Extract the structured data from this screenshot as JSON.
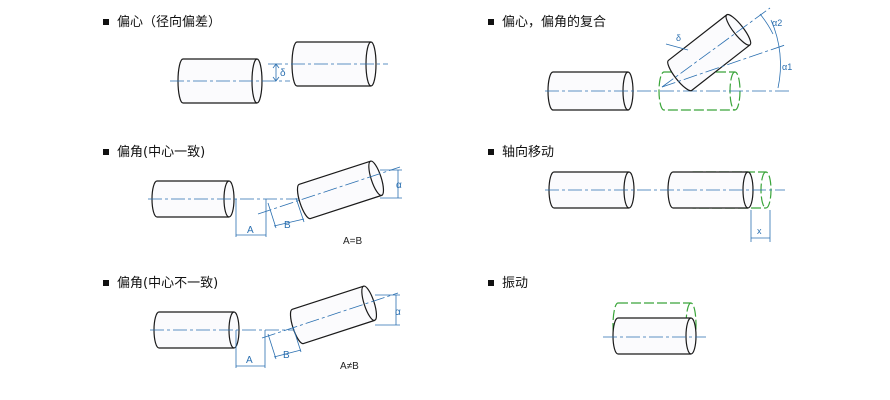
{
  "panels": [
    {
      "title": "偏心（径向偏差）",
      "labels": {
        "delta": "δ"
      }
    },
    {
      "title": "偏心，偏角的复合",
      "labels": {
        "delta": "δ",
        "alpha1": "α1",
        "alpha2": "α2"
      }
    },
    {
      "title": "偏角(中心一致)",
      "labels": {
        "alpha": "α",
        "a": "A",
        "b": "B",
        "eq": "A=B"
      }
    },
    {
      "title": "轴向移动",
      "labels": {
        "x": "x"
      }
    },
    {
      "title": "偏角(中心不一致)",
      "labels": {
        "alpha": "α",
        "a": "A",
        "b": "B",
        "neq": "A≠B"
      }
    },
    {
      "title": "振动",
      "labels": {}
    }
  ],
  "colors": {
    "outline": "#1a1a1a",
    "centerline": "#2a6fb0",
    "displaced": "#3aa53a",
    "dimension": "#2a6fb0"
  }
}
